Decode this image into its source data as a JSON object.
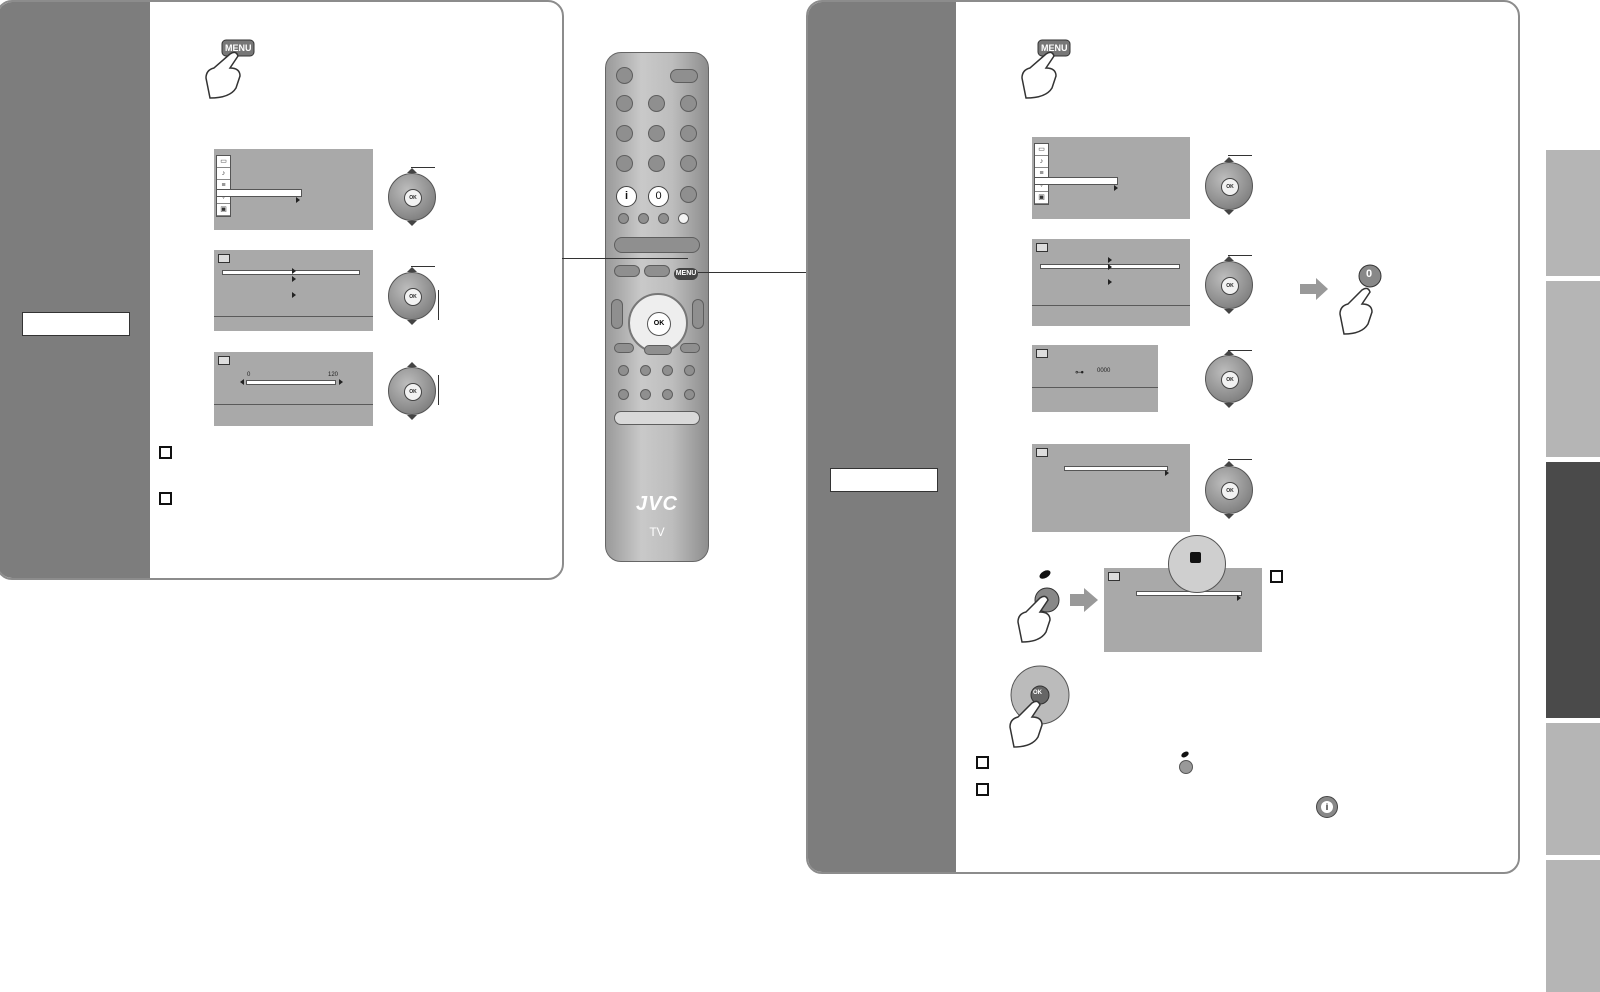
{
  "remote": {
    "brand": "JVC",
    "model_label": "TV",
    "menu_key": "MENU",
    "ok_key": "OK",
    "zero_key": "0",
    "info_key": "i"
  },
  "left_panel": {
    "menu_button": "MENU",
    "ok_label": "OK",
    "slider_min": "0",
    "slider_max": "120"
  },
  "right_panel": {
    "menu_button": "MENU",
    "ok_label": "OK",
    "zero_button": "0",
    "pin_code": "0000",
    "info_button": "i"
  },
  "colors": {
    "band": "#7d7d7d",
    "screen": "#a9a9a9",
    "active_tab": "#4a4a4a",
    "inactive_tab": "#b5b5b5"
  }
}
